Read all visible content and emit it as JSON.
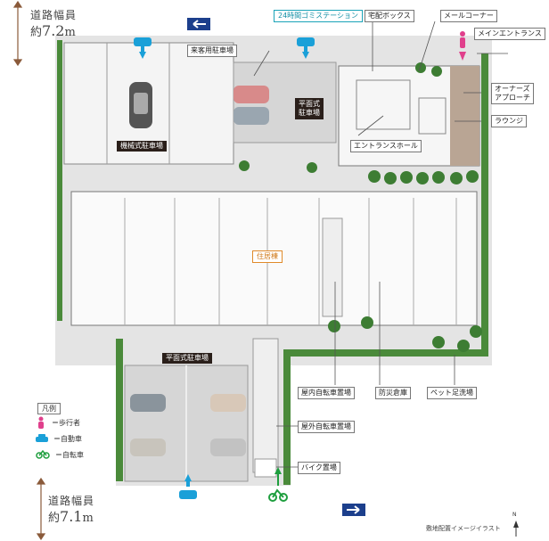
{
  "road_top": {
    "title": "道路幅員",
    "prefix": "約",
    "value": "7.2",
    "unit": "m"
  },
  "road_bottom": {
    "title": "道路幅員",
    "prefix": "約",
    "value": "7.1",
    "unit": "m"
  },
  "labels": {
    "garbage": "24時間ゴミステーション",
    "delivery": "宅配ボックス",
    "mail": "メールコーナー",
    "main_entrance": "メインエントランス",
    "owners_approach": "オーナーズ\nアプローチ",
    "lounge": "ラウンジ",
    "entrance_hall": "エントランスホール",
    "guest_parking": "来客用駐車場",
    "flat_parking_top": "平面式\n駐車場",
    "mech_parking": "機械式駐車場",
    "residence": "住居棟",
    "flat_parking_bottom": "平面式駐車場",
    "indoor_bike": "屋内自転車置場",
    "disaster_storage": "防災倉庫",
    "pet_wash": "ペット足洗場",
    "outdoor_bike": "屋外自転車置場",
    "motorbike": "バイク置場"
  },
  "legend": {
    "title": "凡例",
    "items": [
      {
        "icon": "pedestrian-icon",
        "text": "＝歩行者",
        "color": "#e0408c"
      },
      {
        "icon": "car-icon",
        "text": "＝自動車",
        "color": "#1aa0d8"
      },
      {
        "icon": "bicycle-icon",
        "text": "＝自転車",
        "color": "#1e9e3e"
      }
    ]
  },
  "caption": "敷地配置イメージイラスト",
  "north": "N",
  "colors": {
    "pedestrian": "#e0408c",
    "car": "#1aa0d8",
    "bicycle": "#1e9e3e",
    "arrow_box": "#1c3f8c"
  }
}
